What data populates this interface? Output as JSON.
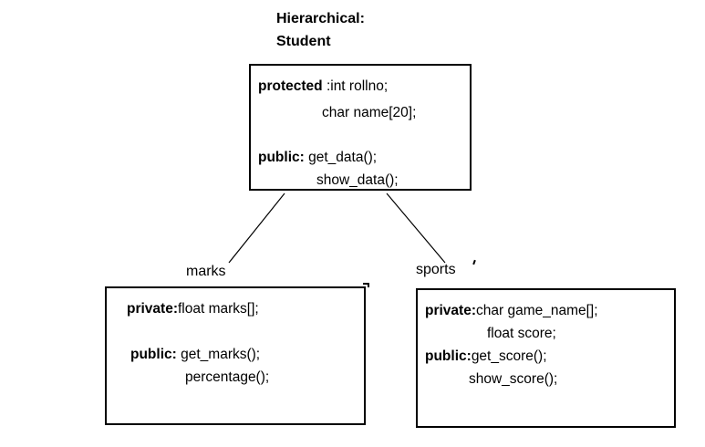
{
  "diagram": {
    "title": {
      "line1": "Hierarchical:",
      "line2": "Student"
    },
    "base_class": {
      "name": "Student",
      "lines": [
        {
          "keyword": "protected ",
          "rest": ":int rollno;"
        },
        {
          "keyword": "",
          "rest": "char name[20];"
        },
        {
          "keyword": "public:",
          "rest": " get_data();"
        },
        {
          "keyword": "",
          "rest": "show_data();"
        }
      ]
    },
    "edges": [
      {
        "label": "marks"
      },
      {
        "label": "sports"
      }
    ],
    "derived_left": {
      "name": "marks",
      "lines": [
        {
          "keyword": "private:",
          "rest": "float marks[];"
        },
        {
          "keyword": "public:",
          "rest": " get_marks();"
        },
        {
          "keyword": "",
          "rest": "percentage();"
        }
      ]
    },
    "derived_right": {
      "name": "sports",
      "lines": [
        {
          "keyword": "private:",
          "rest": "char game_name[];"
        },
        {
          "keyword": "",
          "rest": "float score;"
        },
        {
          "keyword": "public:",
          "rest": "get_score();"
        },
        {
          "keyword": "",
          "rest": "show_score();"
        }
      ]
    },
    "colors": {
      "stroke": "#000000",
      "background": "#ffffff",
      "text": "#000000"
    }
  }
}
